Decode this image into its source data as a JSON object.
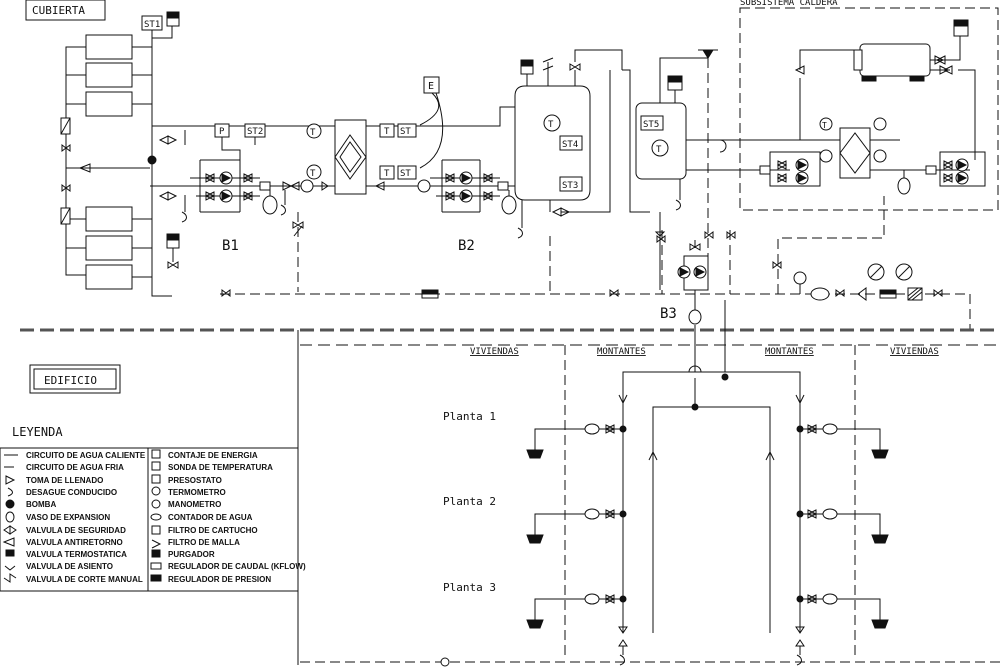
{
  "sections": {
    "cubierta": "CUBIERTA",
    "edificio": "EDIFICIO",
    "subsistema_caldera": "SUBSISTEMA CALDERA"
  },
  "groups": {
    "b1": "B1",
    "b2": "B2",
    "b3": "B3"
  },
  "tags": {
    "st1": "ST1",
    "st2": "ST2",
    "st3": "ST3",
    "st4": "ST4",
    "st5": "ST5",
    "st_left": "ST",
    "st_left2": "ST",
    "p": "P",
    "e": "E",
    "t": "T"
  },
  "columns": {
    "viviendas_left": "VIVIENDAS",
    "montantes_left": "MONTANTES",
    "montantes_right": "MONTANTES",
    "viviendas_right": "VIVIENDAS"
  },
  "floors": [
    "Planta 1",
    "Planta 2",
    "Planta 3"
  ],
  "legend": {
    "title": "LEYENDA",
    "left": [
      {
        "symbol": "hot-line",
        "label": "CIRCUITO DE AGUA CALIENTE"
      },
      {
        "symbol": "cold-line",
        "label": "CIRCUITO DE AGUA FRIA"
      },
      {
        "symbol": "fill-tap",
        "label": "TOMA DE LLENADO"
      },
      {
        "symbol": "drain",
        "label": "DESAGUE CONDUCIDO"
      },
      {
        "symbol": "pump",
        "label": "BOMBA"
      },
      {
        "symbol": "expansion-vessel",
        "label": "VASO DE EXPANSION"
      },
      {
        "symbol": "safety-valve",
        "label": "VALVULA DE SEGURIDAD"
      },
      {
        "symbol": "check-valve",
        "label": "VALVULA ANTIRETORNO"
      },
      {
        "symbol": "thermostatic-valve",
        "label": "VALVULA TERMOSTATICA"
      },
      {
        "symbol": "seat-valve",
        "label": "VALVULA DE ASIENTO"
      },
      {
        "symbol": "manual-valve",
        "label": "VALVULA DE CORTE MANUAL"
      }
    ],
    "right": [
      {
        "glyph": "E",
        "label": "CONTAJE DE ENERGIA"
      },
      {
        "glyph": "S",
        "label": "SONDA DE TEMPERATURA"
      },
      {
        "glyph": "P",
        "label": "PRESOSTATO"
      },
      {
        "glyph": "T",
        "label": "TERMOMETRO"
      },
      {
        "glyph": "M",
        "label": "MANOMETRO"
      },
      {
        "glyph": "C",
        "label": "CONTADOR DE AGUA"
      },
      {
        "glyph": "F",
        "label": "FILTRO DE CARTUCHO"
      },
      {
        "glyph": "f",
        "label": "FILTRO DE MALLA"
      },
      {
        "glyph": "U",
        "label": "PURGADOR"
      },
      {
        "glyph": "K",
        "label": "REGULADOR DE CAUDAL (KFLOW)"
      },
      {
        "glyph": "R",
        "label": "REGULADOR DE PRESION"
      }
    ]
  }
}
